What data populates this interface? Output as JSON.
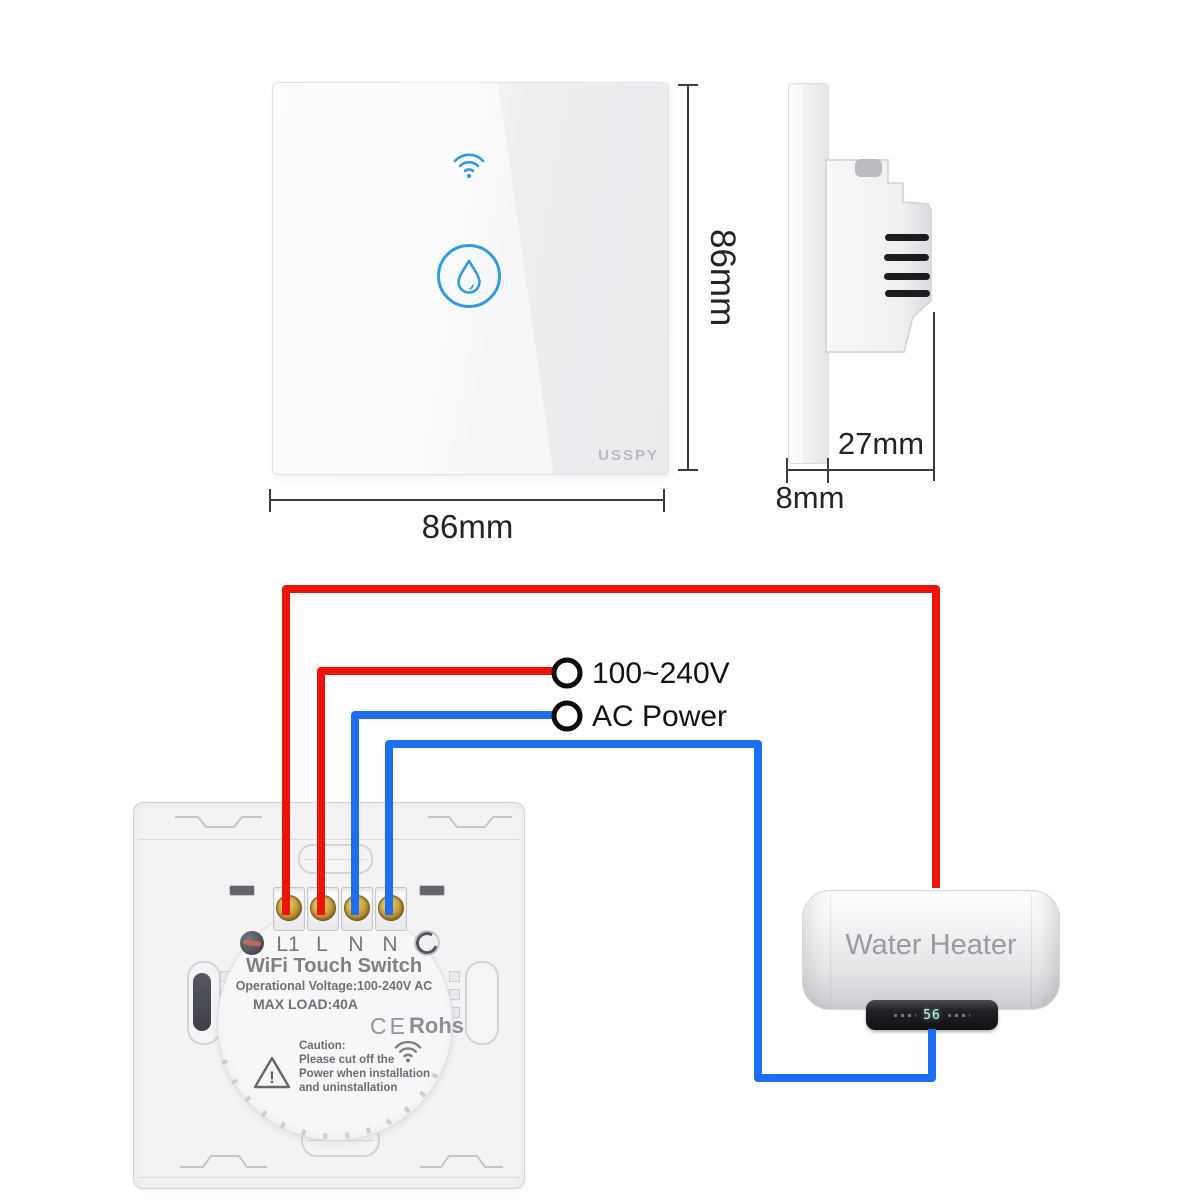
{
  "front_view": {
    "logo": "USSPY"
  },
  "dimensions": {
    "front_height": "86mm",
    "front_width": "86mm",
    "body_depth": "27mm",
    "panel_depth": "8mm"
  },
  "power_source": {
    "voltage_label": "100~240V",
    "type_label": "AC Power"
  },
  "back_view": {
    "terminals": [
      "L1",
      "L",
      "N",
      "N"
    ],
    "title": "WiFi Touch Switch",
    "voltage_line": "Operational Voltage:100-240V AC",
    "max_load_line": "MAX LOAD:40A",
    "ce_mark": "CE",
    "rohs_mark": "Rohs",
    "caution_title": "Caution:",
    "caution_lines": [
      "Please cut off the",
      "Power when installation",
      "and uninstallation"
    ],
    "warning_glyph": "!"
  },
  "water_heater": {
    "label": "Water Heater",
    "display_value": "56"
  },
  "colors": {
    "wire_live": "#ec1309",
    "wire_neutral": "#1e6ef2",
    "icon_blue": "#339be2",
    "dimension_line": "#3c3c3c"
  }
}
